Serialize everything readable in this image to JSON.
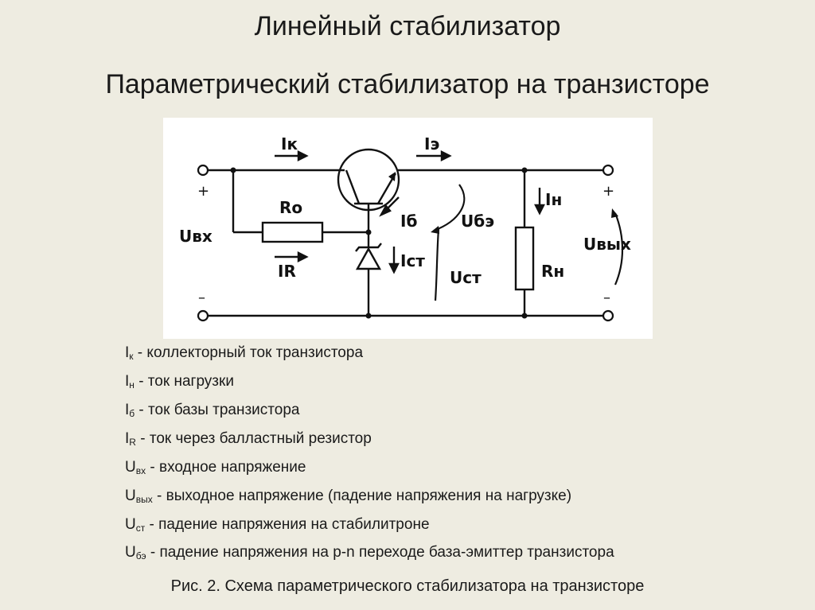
{
  "title": "Линейный стабилизатор",
  "subtitle": "Параметрический стабилизатор на транзисторе",
  "diagram": {
    "labels": {
      "ik": "Iк",
      "ie": "Iэ",
      "ib": "Iб",
      "ube": "Uбэ",
      "ist": "Iст",
      "ust": "Uст",
      "in": "Iн",
      "rn": "Rн",
      "ro": "Ro",
      "ir": "IR",
      "uvx": "Uвх",
      "uvyx": "Uвых",
      "plus": "+",
      "minus": "–"
    }
  },
  "legend": [
    {
      "sym": "I",
      "sub": "к",
      "text": " - коллекторный ток транзистора"
    },
    {
      "sym": "I",
      "sub": "н",
      "text": " - ток нагрузки"
    },
    {
      "sym": "I",
      "sub": "б",
      "text": " - ток базы транзистора"
    },
    {
      "sym": "I",
      "sub": "R",
      "text": " - ток через балластный резистор"
    },
    {
      "sym": "U",
      "sub": "вх",
      "text": " - входное напряжение"
    },
    {
      "sym": "U",
      "sub": "вых",
      "text": " - выходное напряжение (падение напряжения на нагрузке)"
    },
    {
      "sym": "U",
      "sub": "ст",
      "text": " - падение напряжения на стабилитроне"
    },
    {
      "sym": "U",
      "sub": "бэ",
      "text": " - падение напряжения на p-n переходе база-эмиттер транзистора"
    }
  ],
  "caption": "Рис. 2. Схема параметрического стабилизатора на транзисторе"
}
